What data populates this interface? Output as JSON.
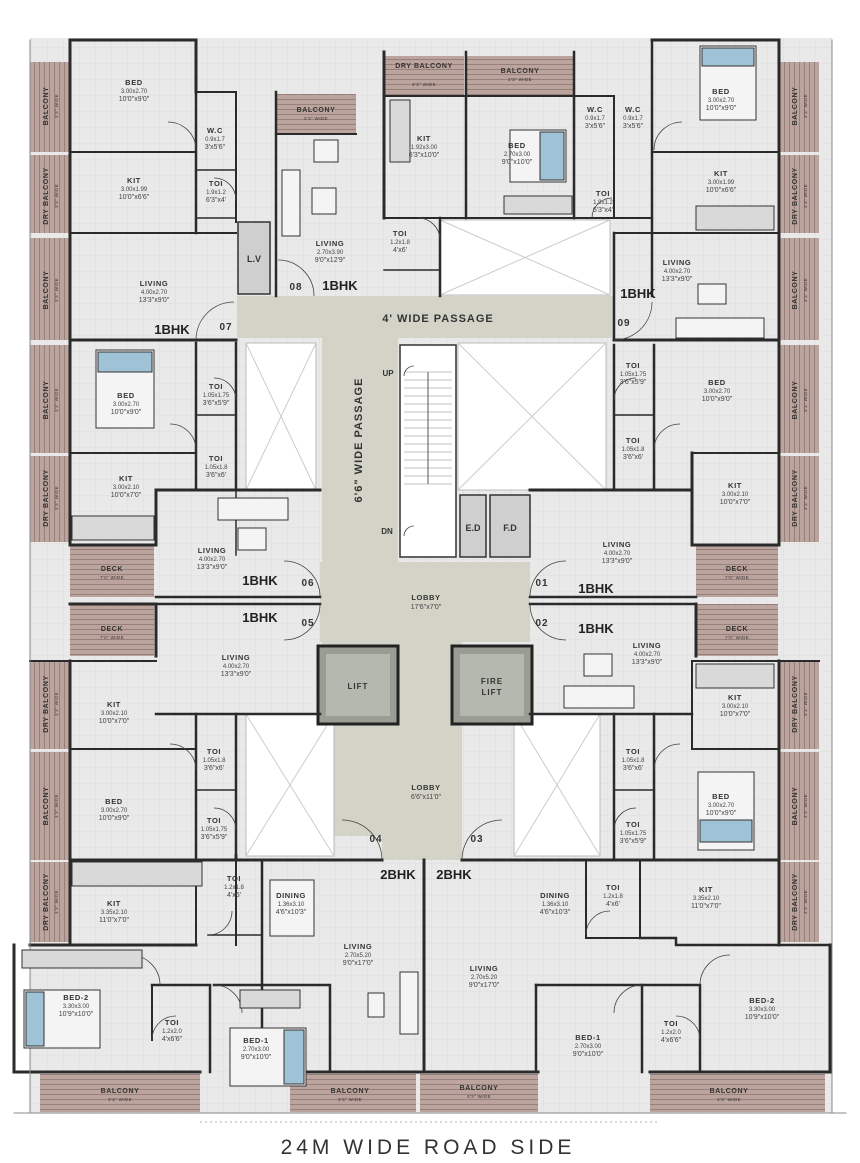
{
  "road_label": "24M WIDE ROAD SIDE",
  "passages": {
    "horizontal": "4' WIDE PASSAGE",
    "vertical": "6'6\" WIDE PASSAGE"
  },
  "stair": {
    "up": "UP",
    "dn": "DN"
  },
  "services": {
    "lv": "L.V",
    "ed": "E.D",
    "fd": "F.D"
  },
  "lifts": {
    "lift": "LIFT",
    "fire_lift_1": "FIRE",
    "fire_lift_2": "LIFT"
  },
  "lobbies": [
    {
      "name": "LOBBY",
      "dims": "17'6\"x7'0\""
    },
    {
      "name": "LOBBY",
      "dims": "6'6\"x11'0\""
    }
  ],
  "flat_numbers": [
    "01",
    "02",
    "03",
    "04",
    "05",
    "06",
    "07",
    "08",
    "09"
  ],
  "unit_types": {
    "one": "1BHK",
    "two": "2BHK"
  },
  "balcony": {
    "name": "BALCONY",
    "width": "3'3\" WIDE"
  },
  "dry_balcony": {
    "name": "DRY BALCONY",
    "width": "3'3\" WIDE"
  },
  "deck": {
    "name": "DECK",
    "width": "7'0\" WIDE"
  },
  "rooms": [
    {
      "id": "r1",
      "name": "BED",
      "m": "3.00x2.70",
      "f": "10'0\"x9'0\""
    },
    {
      "id": "r2",
      "name": "W.C",
      "m": "0.9x1.7",
      "f": "3'x5'6\""
    },
    {
      "id": "r3",
      "name": "KIT",
      "m": "3.00x1.99",
      "f": "10'0\"x6'6\""
    },
    {
      "id": "r4",
      "name": "TOI",
      "m": "1.9x1.2",
      "f": "6'3\"x4'"
    },
    {
      "id": "r5",
      "name": "LIVING",
      "m": "4.00x2.70",
      "f": "13'3\"x9'0\""
    },
    {
      "id": "r6",
      "name": "KIT",
      "m": "1.92x3.00",
      "f": "6'3\"x10'0\""
    },
    {
      "id": "r7",
      "name": "LIVING",
      "m": "2.70x3.90",
      "f": "9'0\"x12'9\""
    },
    {
      "id": "r8",
      "name": "TOI",
      "m": "1.2x1.8",
      "f": "4'x6'"
    },
    {
      "id": "r9",
      "name": "BED",
      "m": "2.70x3.00",
      "f": "9'0\"x10'0\""
    },
    {
      "id": "r10",
      "name": "W.C",
      "m": "0.9x1.7",
      "f": "3'x5'6\""
    },
    {
      "id": "r11",
      "name": "W.C",
      "m": "0.9x1.7",
      "f": "3'x5'6\""
    },
    {
      "id": "r12",
      "name": "TOI",
      "m": "1.9x1.2",
      "f": "6'3\"x4'"
    },
    {
      "id": "r13",
      "name": "BED",
      "m": "3.00x2.70",
      "f": "10'0\"x9'0\""
    },
    {
      "id": "r14",
      "name": "KIT",
      "m": "3.00x1.99",
      "f": "10'0\"x6'6\""
    },
    {
      "id": "r15",
      "name": "LIVING",
      "m": "4.00x2.70",
      "f": "13'3\"x9'0\""
    },
    {
      "id": "r16",
      "name": "BED",
      "m": "3.00x2.70",
      "f": "10'0\"x9'0\""
    },
    {
      "id": "r17",
      "name": "TOI",
      "m": "1.05x1.75",
      "f": "3'6\"x5'9\""
    },
    {
      "id": "r18",
      "name": "TOI",
      "m": "1.05x1.8",
      "f": "3'6\"x6'"
    },
    {
      "id": "r19",
      "name": "KIT",
      "m": "3.00x2.10",
      "f": "10'0\"x7'0\""
    },
    {
      "id": "r20",
      "name": "LIVING",
      "m": "4.00x2.70",
      "f": "13'3\"x9'0\""
    },
    {
      "id": "r21",
      "name": "TOI",
      "m": "1.05x1.75",
      "f": "3'6\"x5'9\""
    },
    {
      "id": "r22",
      "name": "BED",
      "m": "3.00x2.70",
      "f": "10'0\"x9'0\""
    },
    {
      "id": "r23",
      "name": "TOI",
      "m": "1.05x1.8",
      "f": "3'6\"x6'"
    },
    {
      "id": "r24",
      "name": "KIT",
      "m": "3.00x2.10",
      "f": "10'0\"x7'0\""
    },
    {
      "id": "r25",
      "name": "LIVING",
      "m": "4.00x2.70",
      "f": "13'3\"x9'0\""
    },
    {
      "id": "r26",
      "name": "LIVING",
      "m": "4.00x2.70",
      "f": "13'3\"x9'0\""
    },
    {
      "id": "r27",
      "name": "LIVING",
      "m": "4.00x2.70",
      "f": "13'3\"x9'0\""
    },
    {
      "id": "r28",
      "name": "KIT",
      "m": "3.00x2.10",
      "f": "10'0\"x7'0\""
    },
    {
      "id": "r29",
      "name": "TOI",
      "m": "1.05x1.8",
      "f": "3'6\"x6'"
    },
    {
      "id": "r30",
      "name": "BED",
      "m": "3.00x2.70",
      "f": "10'0\"x9'0\""
    },
    {
      "id": "r31",
      "name": "TOI",
      "m": "1.05x1.75",
      "f": "3'6\"x5'9\""
    },
    {
      "id": "r32",
      "name": "KIT",
      "m": "3.00x2.10",
      "f": "10'0\"x7'0\""
    },
    {
      "id": "r33",
      "name": "TOI",
      "m": "1.05x1.8",
      "f": "3'6\"x6'"
    },
    {
      "id": "r34",
      "name": "BED",
      "m": "3.00x2.70",
      "f": "10'0\"x9'0\""
    },
    {
      "id": "r35",
      "name": "TOI",
      "m": "1.05x1.75",
      "f": "3'6\"x5'9\""
    },
    {
      "id": "r36",
      "name": "KIT",
      "m": "3.35x2.10",
      "f": "11'0\"x7'0\""
    },
    {
      "id": "r37",
      "name": "TOI",
      "m": "1.2x1.8",
      "f": "4'x6'"
    },
    {
      "id": "r38",
      "name": "DINING",
      "m": "1.36x3.10",
      "f": "4'6\"x10'3\""
    },
    {
      "id": "r39",
      "name": "LIVING",
      "m": "2.70x5.20",
      "f": "9'0\"x17'0\""
    },
    {
      "id": "r40",
      "name": "BED-2",
      "m": "3.30x3.00",
      "f": "10'9\"x10'0\""
    },
    {
      "id": "r41",
      "name": "TOI",
      "m": "1.2x2.0",
      "f": "4'x6'6\""
    },
    {
      "id": "r42",
      "name": "BED-1",
      "m": "2.70x3.00",
      "f": "9'0\"x10'0\""
    },
    {
      "id": "r43",
      "name": "DINING",
      "m": "1.36x3.10",
      "f": "4'6\"x10'3\""
    },
    {
      "id": "r44",
      "name": "TOI",
      "m": "1.2x1.8",
      "f": "4'x6'"
    },
    {
      "id": "r45",
      "name": "KIT",
      "m": "3.35x2.10",
      "f": "11'0\"x7'0\""
    },
    {
      "id": "r46",
      "name": "LIVING",
      "m": "2.70x5.20",
      "f": "9'0\"x17'0\""
    },
    {
      "id": "r47",
      "name": "BED-1",
      "m": "2.70x3.00",
      "f": "9'0\"x10'0\""
    },
    {
      "id": "r48",
      "name": "TOI",
      "m": "1.2x2.0",
      "f": "4'x6'6\""
    },
    {
      "id": "r49",
      "name": "BED-2",
      "m": "3.30x3.00",
      "f": "10'9\"x10'0\""
    }
  ]
}
